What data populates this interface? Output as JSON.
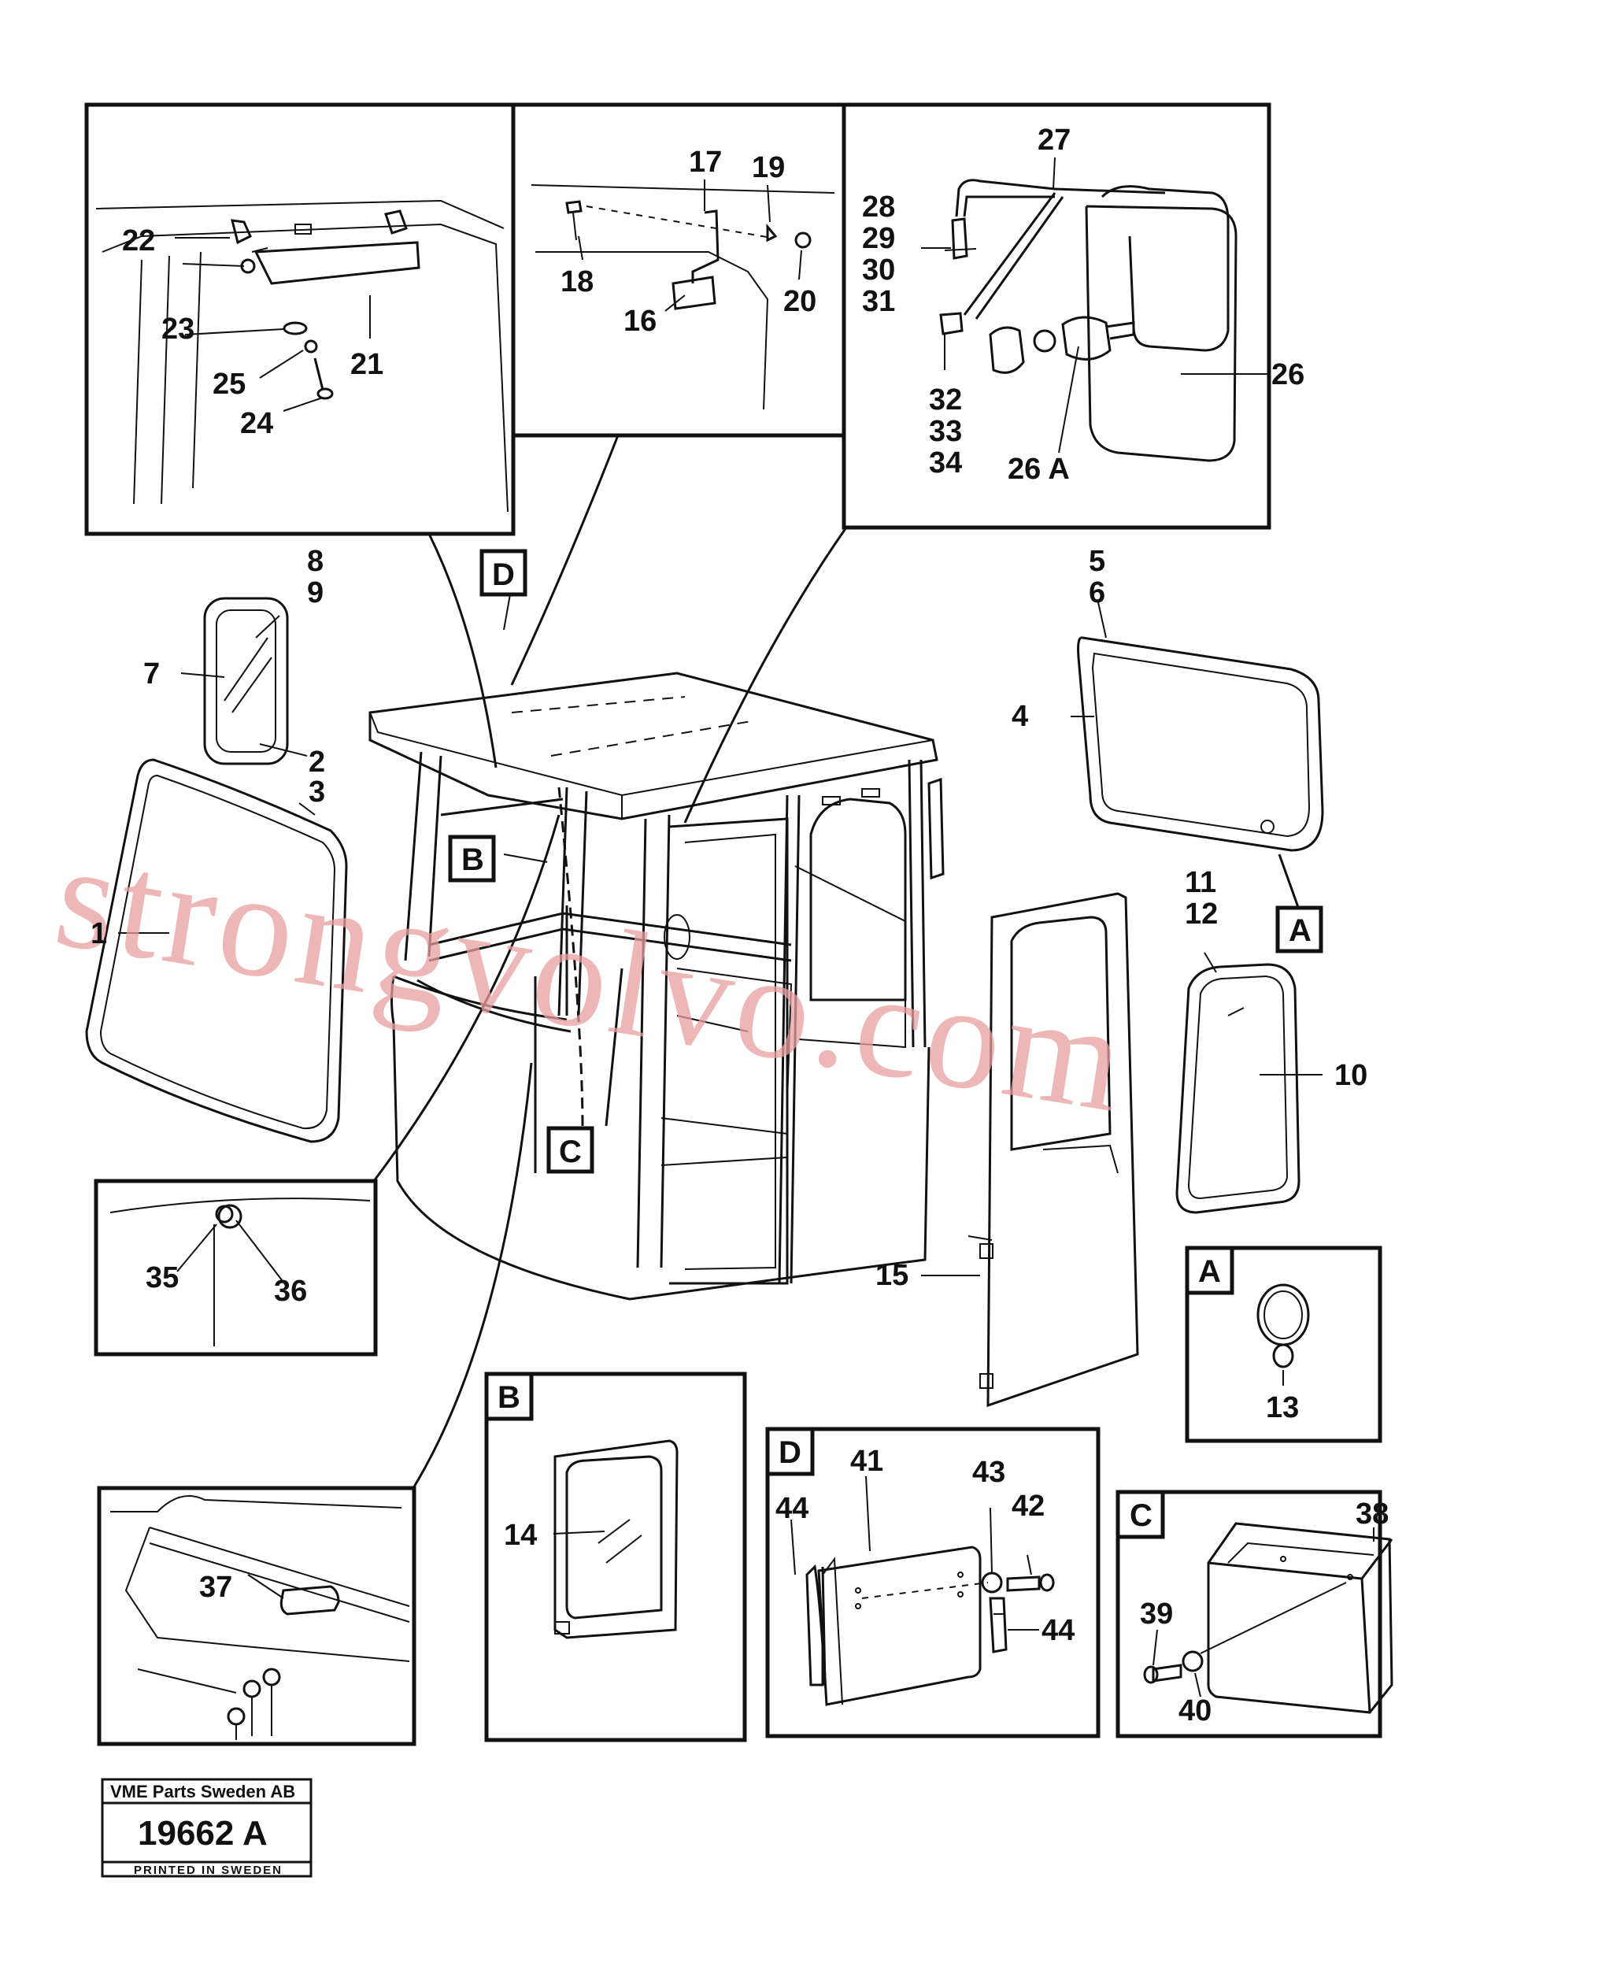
{
  "watermark": "strongvolvo.com",
  "title_block": {
    "company": "VME Parts Sweden AB",
    "drawing_number": "19662 A",
    "printed": "PRINTED IN SWEDEN"
  },
  "view_labels": {
    "A": "A",
    "B": "B",
    "C": "C",
    "D": "D"
  },
  "part_numbers": {
    "p1": "1",
    "p2": "2",
    "p3": "3",
    "p4": "4",
    "p5": "5",
    "p6": "6",
    "p7": "7",
    "p8": "8",
    "p9": "9",
    "p10": "10",
    "p11": "11",
    "p12": "12",
    "p13": "13",
    "p14": "14",
    "p15": "15",
    "p16": "16",
    "p17": "17",
    "p18": "18",
    "p19": "19",
    "p20": "20",
    "p21": "21",
    "p22": "22",
    "p23": "23",
    "p24": "24",
    "p25": "25",
    "p26": "26",
    "p26a": "26 A",
    "p27": "27",
    "p28": "28",
    "p29": "29",
    "p30": "30",
    "p31": "31",
    "p32": "32",
    "p33": "33",
    "p34": "34",
    "p35": "35",
    "p36": "36",
    "p37": "37",
    "p38": "38",
    "p39": "39",
    "p40": "40",
    "p41": "41",
    "p42": "42",
    "p43": "43",
    "p44a": "44",
    "p44b": "44"
  }
}
